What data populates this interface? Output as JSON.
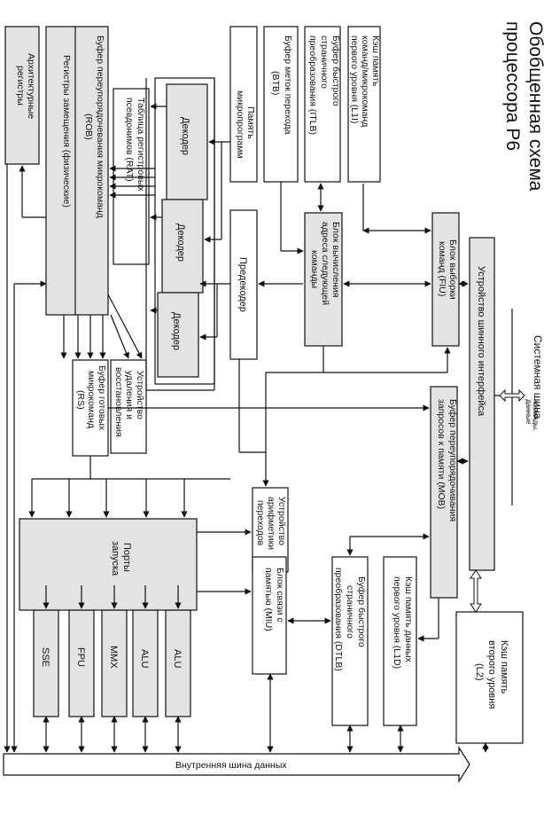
{
  "title": {
    "line1": "Обобщенная схема",
    "line2": "процессора P6"
  },
  "system_bus": {
    "label": "Системная шина",
    "note1": "Команды,",
    "note2": "данные"
  },
  "blocks": {
    "arch_regs": {
      "l1": "Архитектурные",
      "l2": "регистры"
    },
    "rob": {
      "l1": "Буфер переупорядочевания микрокоманд",
      "l2": "(ROB)"
    },
    "ren_regs": {
      "l1": "Регистры замещения (физические)"
    },
    "rat": {
      "l1": "Таблица регистровых",
      "l2": "псевдонимов (RAT)"
    },
    "decoder1": {
      "l1": "Декодер"
    },
    "decoder2": {
      "l1": "Декодер"
    },
    "decoder3": {
      "l1": "Декодер"
    },
    "microprog": {
      "l1": "Память",
      "l2": "микропрограмм"
    },
    "btb": {
      "l1": "Буфер меток перехода",
      "l2": "(BTB)"
    },
    "itlb": {
      "l1": "Буфер быстрого",
      "l2": "страничного",
      "l3": "преобразования (ITLB)"
    },
    "l1i": {
      "l1": "Кэш память",
      "l2": "команд/микрокоманд",
      "l3": "первого уровня  (L1I)"
    },
    "predecoder": {
      "l1": "Предекодер"
    },
    "nextaddr": {
      "l1": "Блок вычисления",
      "l2": "адреса следующей",
      "l3": "команды"
    },
    "fiu": {
      "l1": "Блок выборки",
      "l2": "команд (FIU)"
    },
    "biu": {
      "l1": "Устройство шинного интерфейса"
    },
    "rs": {
      "l1": "Буфер готовых",
      "l2": "микрокоманд",
      "l3": "(RS)"
    },
    "retire": {
      "l1": "Устройство",
      "l2": "удаления и",
      "l3": "восстановления"
    },
    "jeu": {
      "l1": "Устройство",
      "l2": "арифметики",
      "l3": "переходов"
    },
    "mob": {
      "l1": "Буфер переупорядочивания",
      "l2": "запросов к памяти (MOB)"
    },
    "ports": {
      "l1": "Порты",
      "l2": "запуска"
    },
    "miu": {
      "l1": "Блок связи с",
      "l2": "памятью (MIU)"
    },
    "dtlb": {
      "l1": "Буфер быстрого",
      "l2": "страничного",
      "l3": "преобразования (DTLB)"
    },
    "l1d": {
      "l1": "Кэш память данных",
      "l2": "первого уровня (L1D)"
    },
    "l2": {
      "l1": "Кэш память",
      "l2": "второго уровня",
      "l3": "(L2)"
    },
    "sse": {
      "l1": "SSE"
    },
    "fpu": {
      "l1": "FPU"
    },
    "mmx": {
      "l1": "MMX"
    },
    "alu1": {
      "l1": "ALU"
    },
    "alu2": {
      "l1": "ALU"
    }
  },
  "internal_bus": {
    "label": "Внутренняя шина данных"
  }
}
